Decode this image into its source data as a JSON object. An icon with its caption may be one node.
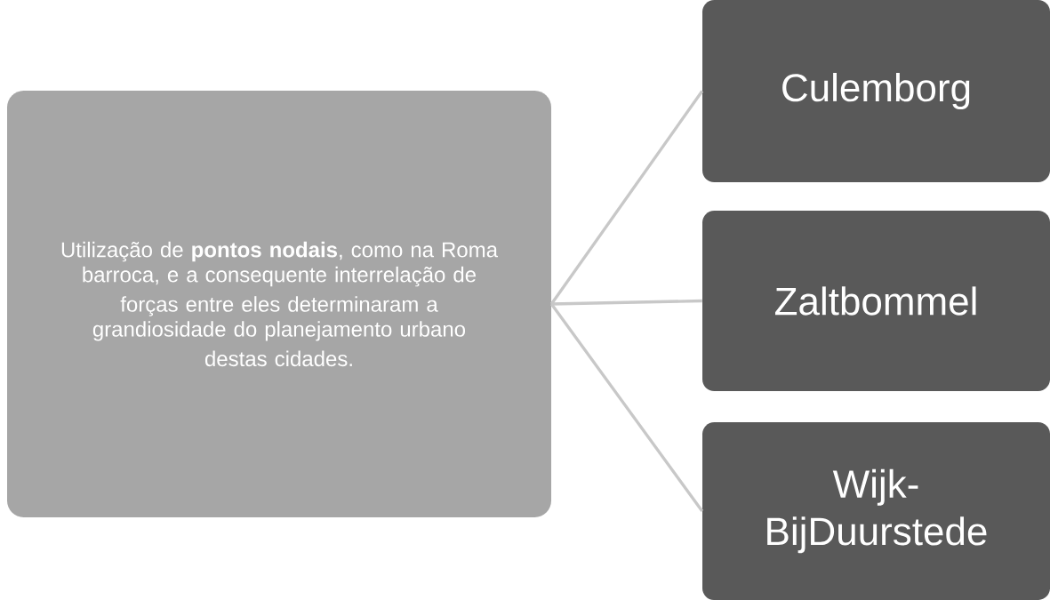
{
  "diagram": {
    "nodes": [
      {
        "text": [
          "Utilização de **pontos nodais**, como na Roma barroca, e a consequente interrelação de",
          "forças entre eles determinaram a grandiosidade do planejamento urbano",
          "destas cidades."
        ]
      },
      {
        "text": [
          "Culemborg"
        ]
      },
      {
        "text": [
          "Zaltbommel"
        ]
      },
      {
        "text": [
          "Wijk-BijDuurstede"
        ]
      }
    ],
    "edges": [
      {
        "from": 0,
        "to": 1,
        "arrow": "none"
      },
      {
        "from": 0,
        "to": 2,
        "arrow": "none"
      },
      {
        "from": 0,
        "to": 3,
        "arrow": "none"
      }
    ]
  }
}
